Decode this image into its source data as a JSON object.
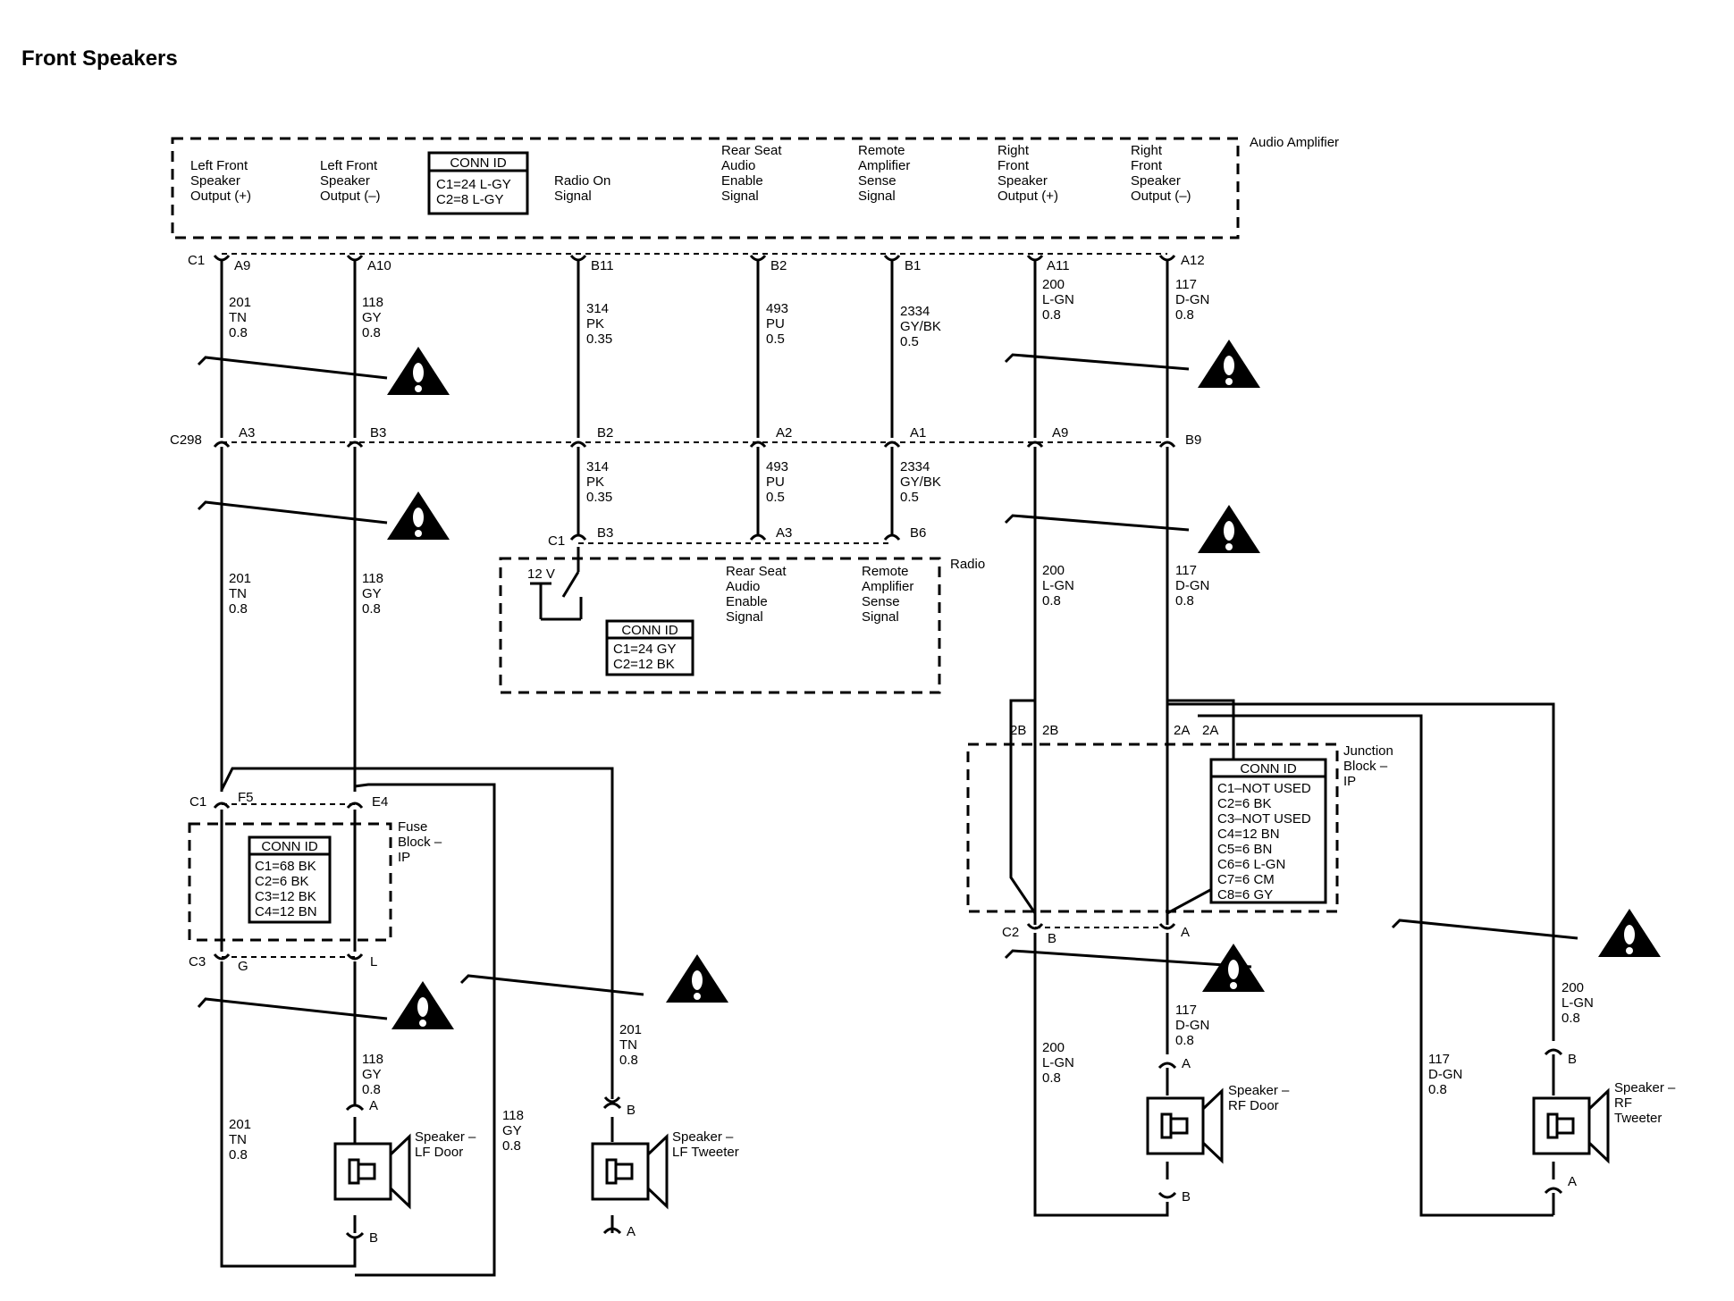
{
  "title": "Front Speakers",
  "amplifier": {
    "name": "Audio Amplifier",
    "conn_id": {
      "header": "CONN ID",
      "rows": [
        "C1=24 L-GY",
        "C2=8 L-GY"
      ]
    },
    "pins": [
      {
        "label": [
          "Left Front",
          "Speaker",
          "Output (+)"
        ],
        "pin": "A9"
      },
      {
        "label": [
          "Left Front",
          "Speaker",
          "Output (–)"
        ],
        "pin": "A10"
      },
      {
        "label": [
          "Radio On",
          "Signal"
        ],
        "pin": "B11"
      },
      {
        "label": [
          "Rear Seat",
          "Audio",
          "Enable",
          "Signal"
        ],
        "pin": "B2"
      },
      {
        "label": [
          "Remote",
          "Amplifier",
          "Sense",
          "Signal"
        ],
        "pin": "B1"
      },
      {
        "label": [
          "Right",
          "Front",
          "Speaker",
          "Output (+)"
        ],
        "pin": "A11"
      },
      {
        "label": [
          "Right",
          "Front",
          "Speaker",
          "Output (–)"
        ],
        "pin": "A12"
      }
    ],
    "connector": "C1"
  },
  "upper_wires": [
    [
      "201",
      "TN",
      "0.8"
    ],
    [
      "118",
      "GY",
      "0.8"
    ],
    [
      "314",
      "PK",
      "0.35"
    ],
    [
      "493",
      "PU",
      "0.5"
    ],
    [
      "2334",
      "GY/BK",
      "0.5"
    ],
    [
      "200",
      "L-GN",
      "0.8"
    ],
    [
      "117",
      "D-GN",
      "0.8"
    ]
  ],
  "c298": {
    "name": "C298",
    "pins": [
      "A3",
      "B3",
      "B2",
      "A2",
      "A1",
      "A9",
      "B9"
    ]
  },
  "middle_wires": [
    [
      "201",
      "TN",
      "0.8"
    ],
    [
      "118",
      "GY",
      "0.8"
    ],
    [
      "314",
      "PK",
      "0.35"
    ],
    [
      "493",
      "PU",
      "0.5"
    ],
    [
      "2334",
      "GY/BK",
      "0.5"
    ],
    [
      "200",
      "L-GN",
      "0.8"
    ],
    [
      "117",
      "D-GN",
      "0.8"
    ]
  ],
  "radio": {
    "name": "Radio",
    "connector": "C1",
    "pins": [
      "B3",
      "A3",
      "B6"
    ],
    "voltage": "12 V",
    "labels": [
      [
        "Rear Seat",
        "Audio",
        "Enable",
        "Signal"
      ],
      [
        "Remote",
        "Amplifier",
        "Sense",
        "Signal"
      ]
    ],
    "conn_id": {
      "header": "CONN ID",
      "rows": [
        "C1=24 GY",
        "C2=12 BK"
      ]
    }
  },
  "fuse_block": {
    "name": [
      "Fuse",
      "Block –",
      "IP"
    ],
    "top_connector": "C1",
    "top_pins": [
      "F5",
      "E4"
    ],
    "bottom_connector": "C3",
    "bottom_pins": [
      "G",
      "L"
    ],
    "conn_id": {
      "header": "CONN ID",
      "rows": [
        "C1=68 BK",
        "C2=6 BK",
        "C3=12 BK",
        "C4=12 BN"
      ]
    }
  },
  "junction_block": {
    "name": [
      "Junction",
      "Block –",
      "IP"
    ],
    "top_pins": [
      "2B",
      "2B",
      "2A",
      "2A"
    ],
    "bottom_connector": "C2",
    "bottom_pins": [
      "B",
      "A"
    ],
    "conn_id": {
      "header": "CONN ID",
      "rows": [
        "C1–NOT USED",
        "C2=6 BK",
        "C3–NOT USED",
        "C4=12 BN",
        "C5=6 BN",
        "C6=6 L-GN",
        "C7=6 CM",
        "C8=6 GY"
      ]
    }
  },
  "lower_wires": {
    "lf_door_plus": [
      "201",
      "TN",
      "0.8"
    ],
    "lf_door_minus": [
      "118",
      "GY",
      "0.8"
    ],
    "lf_tweeter_minus": [
      "118",
      "GY",
      "0.8"
    ],
    "lf_tweeter_plus": [
      "201",
      "TN",
      "0.8"
    ],
    "rf_door_plus": [
      "200",
      "L-GN",
      "0.8"
    ],
    "rf_door_minus": [
      "117",
      "D-GN",
      "0.8"
    ],
    "rf_tweeter_minus": [
      "117",
      "D-GN",
      "0.8"
    ],
    "rf_tweeter_plus": [
      "200",
      "L-GN",
      "0.8"
    ]
  },
  "speakers": [
    {
      "name": [
        "Speaker –",
        "LF Door"
      ],
      "top_pin": "A",
      "bottom_pin": "B"
    },
    {
      "name": [
        "Speaker –",
        "LF Tweeter"
      ],
      "top_pin": "B",
      "bottom_pin": "A"
    },
    {
      "name": [
        "Speaker –",
        "RF Door"
      ],
      "top_pin": "A",
      "bottom_pin": "B"
    },
    {
      "name": [
        "Speaker –",
        "RF",
        "Tweeter"
      ],
      "top_pin": "B",
      "bottom_pin": "A"
    }
  ]
}
